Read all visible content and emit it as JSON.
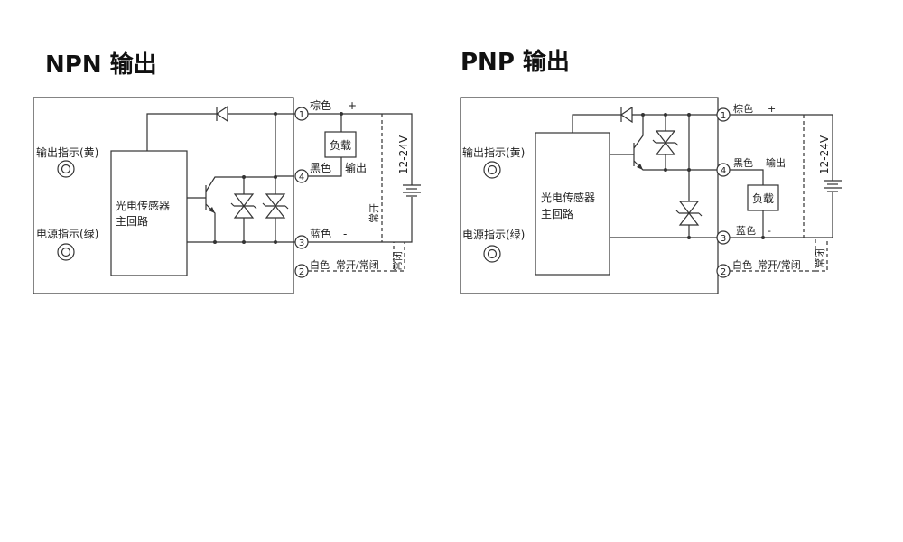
{
  "npn": {
    "title": "NPN 输出",
    "led_output": "输出指示(黄)",
    "led_power": "电源指示(绿)",
    "main_circuit_line1": "光电传感器",
    "main_circuit_line2": "主回路",
    "wire_brown": "棕色",
    "wire_black": "黑色",
    "wire_blue": "蓝色",
    "wire_white": "白色",
    "plus": "+",
    "minus": "-",
    "load": "负载",
    "output": "输出",
    "voltage": "12-24V",
    "normally_open": "常开",
    "normally_closed": "常闭",
    "no_nc": "常开/常闭",
    "pin1": "1",
    "pin2": "2",
    "pin3": "3",
    "pin4": "4"
  },
  "pnp": {
    "title": "PNP 输出",
    "led_output": "输出指示(黄)",
    "led_power": "电源指示(绿)",
    "main_circuit_line1": "光电传感器",
    "main_circuit_line2": "主回路",
    "wire_brown": "棕色",
    "wire_black": "黑色",
    "wire_blue": "蓝色",
    "wire_white": "白色",
    "plus": "+",
    "minus": "-",
    "load": "负载",
    "output": "输出",
    "voltage": "12-24V",
    "normally_closed": "常闭",
    "no_nc": "常开/常闭",
    "pin1": "1",
    "pin2": "2",
    "pin3": "3",
    "pin4": "4"
  }
}
